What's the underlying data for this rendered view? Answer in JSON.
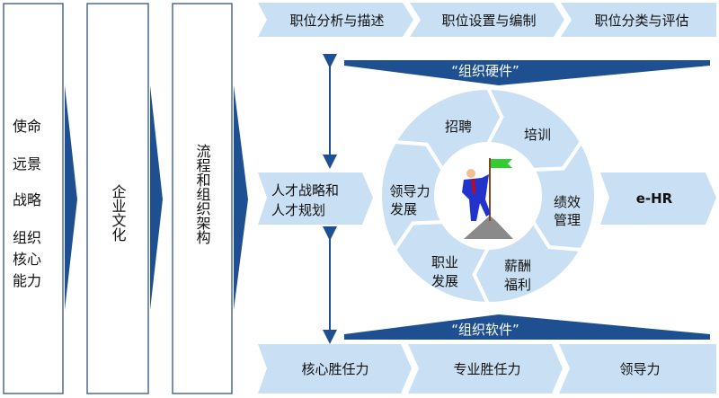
{
  "colors": {
    "light": "#c9dff4",
    "dark": "#1d4f91",
    "border": "#4a6a95"
  },
  "left_columns": [
    {
      "lines": [
        "使命",
        "远景",
        "战略",
        "组织",
        "核心",
        "能力"
      ]
    },
    {
      "text": "企业文化"
    },
    {
      "text": "流程和组织架构"
    }
  ],
  "top_row": [
    "职位分析与描述",
    "职位设置与编制",
    "职位分类与评估"
  ],
  "bottom_row": [
    "核心胜任力",
    "专业胜任力",
    "领导力"
  ],
  "hardware_banner": "“组织硬件”",
  "software_banner": "“组织软件”",
  "talent_strategy": [
    "人才战略和",
    "人才规划"
  ],
  "ehr": "e-HR",
  "cycle": [
    {
      "lines": [
        "招聘"
      ]
    },
    {
      "lines": [
        "培训"
      ]
    },
    {
      "lines": [
        "绩效",
        "管理"
      ]
    },
    {
      "lines": [
        "薪酬",
        "福利"
      ]
    },
    {
      "lines": [
        "职业",
        "发展"
      ]
    },
    {
      "lines": [
        "领导力",
        "发展"
      ]
    }
  ]
}
